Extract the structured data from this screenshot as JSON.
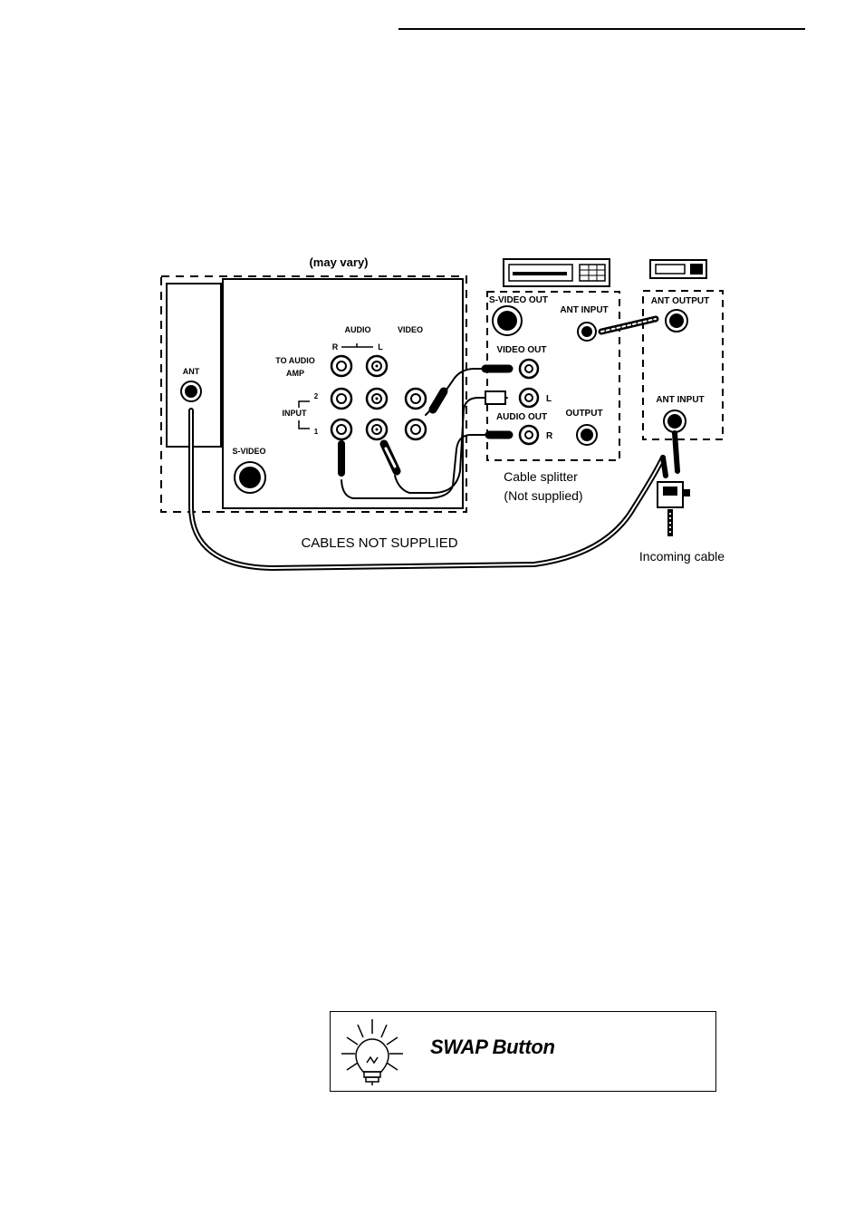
{
  "diagram": {
    "may_vary": "(may vary)",
    "tv_labels": {
      "ant": "ANT",
      "s_video": "S-VIDEO",
      "audio": "AUDIO",
      "video": "VIDEO",
      "r": "R",
      "l": "L",
      "to_audio_amp_1": "TO AUDIO",
      "to_audio_amp_2": "AMP",
      "input": "INPUT",
      "input_2": "2",
      "input_1": "1"
    },
    "vcr_labels": {
      "s_video_out": "S-VIDEO OUT",
      "ant_input": "ANT INPUT",
      "video_out": "VIDEO OUT",
      "l": "L",
      "audio_out": "AUDIO OUT",
      "r": "R",
      "output": "OUTPUT"
    },
    "cable_box_labels": {
      "ant_output": "ANT OUTPUT",
      "ant_input": "ANT INPUT"
    },
    "cable_splitter": "Cable splitter",
    "not_supplied": "(Not supplied)",
    "cables_not_supplied": "CABLES NOT SUPPLIED",
    "incoming_cable": "Incoming cable"
  },
  "tip": {
    "title": "SWAP Button"
  },
  "icons": {
    "tip_icon": "lightbulb-icon"
  }
}
